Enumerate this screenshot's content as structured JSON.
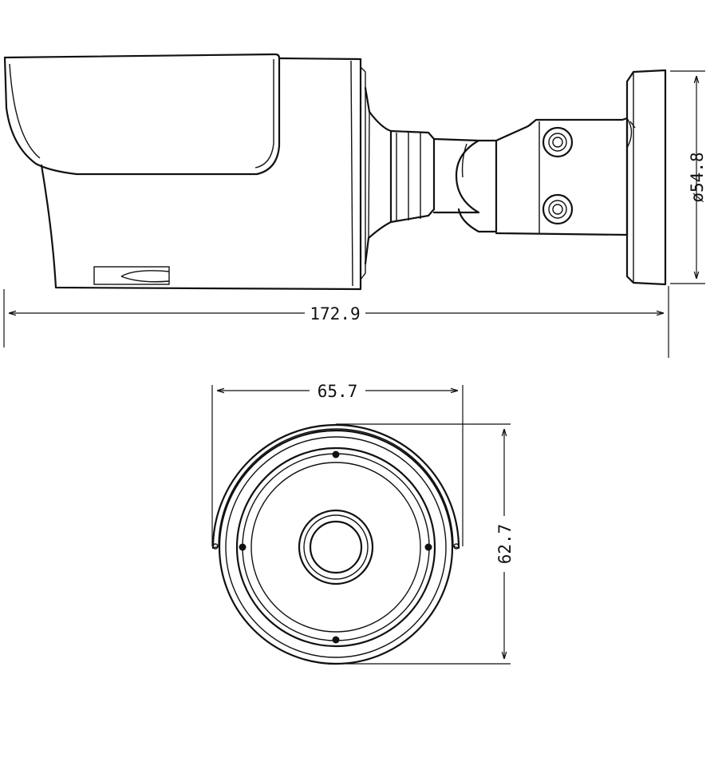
{
  "dimensions": {
    "bracket_diameter": "ø54.8",
    "total_length": "172.9",
    "front_width": "65.7",
    "front_height": "62.7"
  },
  "colors": {
    "line": "#111111",
    "background": "#ffffff"
  }
}
